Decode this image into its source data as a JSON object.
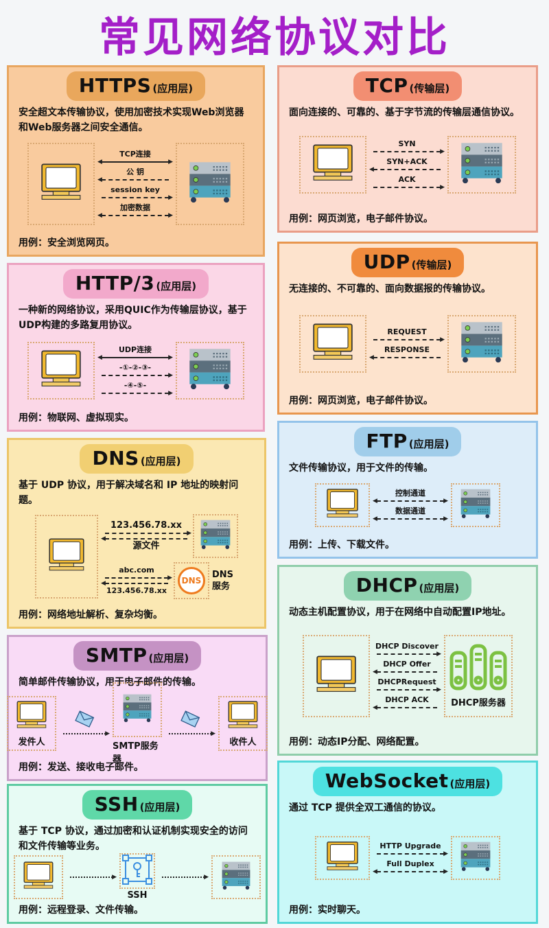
{
  "title": "常见网络协议对比",
  "cards": [
    {
      "id": "https",
      "name": "HTTPS",
      "layer": "(应用层)",
      "bg": "#f9cb9e",
      "border": "#e8a660",
      "pill": "#e9a75c",
      "desc": "安全超文本传输协议，使用加密技术实现Web浏览器和Web服务器之间安全通信。",
      "usage": "用例：安全浏览网页。",
      "diagram": {
        "type": "basic",
        "arrows": [
          {
            "label": "TCP连接",
            "dir": "both",
            "style": "solid"
          },
          {
            "label": "公 钥",
            "dir": "left"
          },
          {
            "label": "session key",
            "dir": "right"
          },
          {
            "label": "加密数据",
            "dir": "both"
          }
        ]
      }
    },
    {
      "id": "http3",
      "name": "HTTP/3",
      "layer": "(应用层)",
      "bg": "#fbd7e7",
      "border": "#eba2c0",
      "pill": "#f2a9cb",
      "desc": "一种新的网络协议，采用QUIC作为传输层协议，基于UDP构建的多路复用协议。",
      "usage": "用例：物联网、虚拟现实。",
      "diagram": {
        "type": "basic",
        "arrows": [
          {
            "label": "UDP连接",
            "dir": "both",
            "style": "solid"
          },
          {
            "label": "-①-②-③-",
            "dir": "right"
          },
          {
            "label": "-④-⑤-",
            "dir": "right"
          }
        ]
      }
    },
    {
      "id": "dns",
      "name": "DNS",
      "layer": "(应用层)",
      "bg": "#fbe8b3",
      "border": "#ecc568",
      "pill": "#f1cf72",
      "desc": "基于 UDP 协议，用于解决域名和 IP 地址的映射问题。",
      "usage": "用例：网络地址解析、复杂均衡。",
      "diagram": {
        "type": "dns",
        "row1": {
          "top": "123.456.78.xx",
          "bottom": "源文件"
        },
        "row2": {
          "top": "abc.com",
          "bottom": "123.456.78.xx",
          "service_label_1": "DNS",
          "service_label_2": "服务",
          "icon_text": "DNS"
        }
      }
    },
    {
      "id": "smtp",
      "name": "SMTP",
      "layer": "(应用层)",
      "bg": "#f9dbf6",
      "border": "#c9a1c9",
      "pill": "#c592c4",
      "desc": "简单邮件传输协议，用于电子邮件的传输。",
      "usage": "用例：发送、接收电子邮件。",
      "diagram": {
        "type": "chain",
        "mail": true,
        "nodes": [
          {
            "kind": "monitor",
            "label": "发件人"
          },
          {
            "kind": "server",
            "label": "SMTP服务器"
          },
          {
            "kind": "monitor",
            "label": "收件人"
          }
        ]
      }
    },
    {
      "id": "ssh",
      "name": "SSH",
      "layer": "(应用层)",
      "bg": "#e7fbf4",
      "border": "#5fcba2",
      "pill": "#5fd8a8",
      "desc": "基于 TCP 协议，通过加密和认证机制实现安全的访问和文件传输等业务。",
      "usage": "用例：远程登录、文件传输。",
      "diagram": {
        "type": "chain",
        "mail": false,
        "nodes": [
          {
            "kind": "monitor",
            "label": ""
          },
          {
            "kind": "key",
            "label": "SSH"
          },
          {
            "kind": "server",
            "label": ""
          }
        ]
      }
    },
    {
      "id": "tcp",
      "name": "TCP",
      "layer": "(传输层)",
      "bg": "#fcdcd1",
      "border": "#e99d88",
      "pill": "#f28e72",
      "desc": "面向连接的、可靠的、基于字节流的传输层通信协议。",
      "usage": "用例：网页浏览，电子邮件协议。",
      "diagram": {
        "type": "basic",
        "arrows": [
          {
            "label": "SYN",
            "dir": "right"
          },
          {
            "label": "SYN+ACK",
            "dir": "left"
          },
          {
            "label": "ACK",
            "dir": "right"
          }
        ]
      }
    },
    {
      "id": "udp",
      "name": "UDP",
      "layer": "(传输层)",
      "bg": "#fde3cd",
      "border": "#e8964e",
      "pill": "#f08b3d",
      "desc": "无连接的、不可靠的、面向数据报的传输协议。",
      "usage": "用例：网页浏览，电子邮件协议。",
      "diagram": {
        "type": "basic",
        "arrows": [
          {
            "label": "REQUEST",
            "dir": "right"
          },
          {
            "label": "RESPONSE",
            "dir": "left"
          }
        ]
      }
    },
    {
      "id": "ftp",
      "name": "FTP",
      "layer": "(应用层)",
      "bg": "#ddedf9",
      "border": "#93c3ea",
      "pill": "#a0cdea",
      "desc": "文件传输协议，用于文件的传输。",
      "usage": "用例：上传、下载文件。",
      "diagram": {
        "type": "basic",
        "arrows": [
          {
            "label": "控制通道",
            "dir": "both"
          },
          {
            "label": "数据通道",
            "dir": "both"
          }
        ]
      }
    },
    {
      "id": "dhcp",
      "name": "DHCP",
      "layer": "(应用层)",
      "bg": "#e7f6ed",
      "border": "#8fcdaa",
      "pill": "#8fd2b0",
      "desc": "动态主机配置协议，用于在网络中自动配置IP地址。",
      "usage": "用例：动态IP分配、网络配置。",
      "diagram": {
        "type": "basic",
        "server": "dhcp",
        "server_label": "DHCP服务器",
        "arrows": [
          {
            "label": "DHCP Discover",
            "dir": "right"
          },
          {
            "label": "DHCP Offer",
            "dir": "left"
          },
          {
            "label": "DHCPRequest",
            "dir": "right"
          },
          {
            "label": "DHCP ACK",
            "dir": "left"
          }
        ]
      }
    },
    {
      "id": "websocket",
      "name": "WebSocket",
      "layer": "(应用层)",
      "bg": "#c9f8f8",
      "border": "#52d7d7",
      "pill": "#4de1e1",
      "desc": "通过 TCP 提供全双工通信的协议。",
      "usage": "用例：实时聊天。",
      "diagram": {
        "type": "basic",
        "arrows": [
          {
            "label": "HTTP Upgrade",
            "dir": "right"
          },
          {
            "label": "Full Duplex",
            "dir": "both"
          }
        ]
      }
    }
  ]
}
